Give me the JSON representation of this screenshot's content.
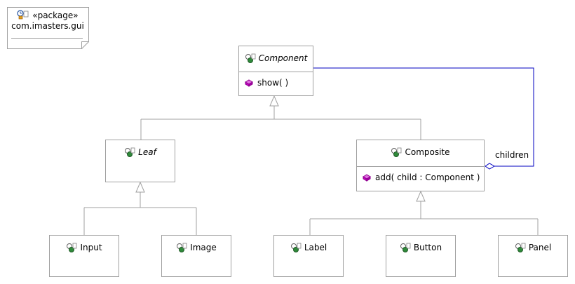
{
  "package_note": {
    "stereotype": "«package»",
    "name": "com.imasters.gui"
  },
  "classes": {
    "component": {
      "name": "Component",
      "operation": "show(  )"
    },
    "leaf": {
      "name": "Leaf"
    },
    "composite": {
      "name": "Composite",
      "operation": "add( child : Component )"
    },
    "input": {
      "name": "Input"
    },
    "image": {
      "name": "Image"
    },
    "label": {
      "name": "Label"
    },
    "button": {
      "name": "Button"
    },
    "panel": {
      "name": "Panel"
    }
  },
  "association": {
    "role": "children"
  },
  "colors": {
    "class_border": "#a0a0a0",
    "generalization_line": "#a0a0a0",
    "association_line": "#0000c0",
    "operation_icon": "#c000c0",
    "class_icon": "#2f8a3a"
  }
}
